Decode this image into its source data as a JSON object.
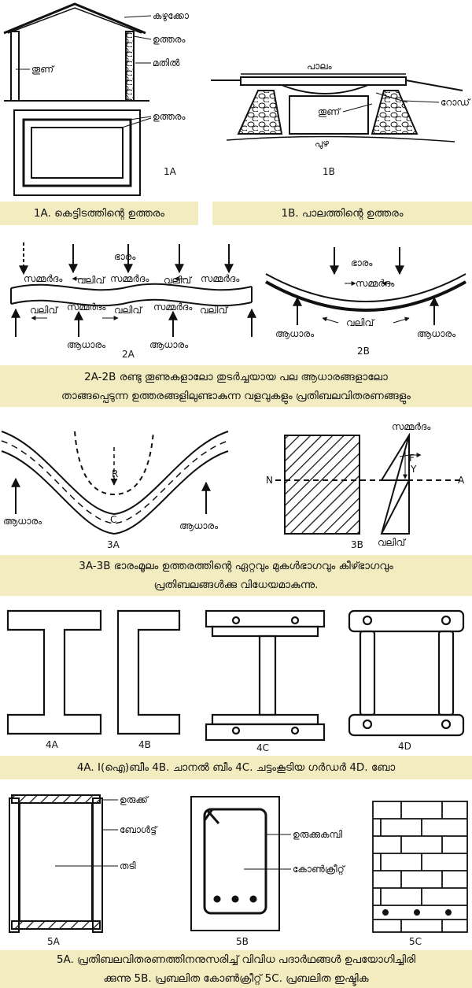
{
  "fig1": {
    "house": {
      "roof_label": "കഴുക്കോൽ",
      "beam_label": "ഉത്തരം",
      "wall_label": "മതിൽ",
      "pillar_label": "തൂണ്"
    },
    "plan": {
      "beam_label": "ഉത്തരം",
      "tag": "1A"
    },
    "bridge": {
      "bridge_label": "പാലം",
      "road_label": "റോഡ്",
      "pillar_label": "തൂണ്",
      "river_label": "പുഴ",
      "tag": "1B"
    },
    "caption_left": "1A. കെട്ടിടത്തിന്റെ ഉത്തരം",
    "caption_right": "1B. പാലത്തിന്റെ ഉത്തരം"
  },
  "fig2": {
    "load_label": "ഭാരം",
    "compression_label": "സമ്മർദം",
    "bending_label": "വലിവ്",
    "support_label": "ആധാരം",
    "tag_a": "2A",
    "tag_b": "2B",
    "caption_line1": "2A-2B രണ്ടു തൂണുകളാലോ തുടർച്ചയായ പല ആധാരങ്ങളാലോ",
    "caption_line2": "താങ്ങപ്പെടുന്ന ഉത്തരങ്ങളിലുണ്ടാകുന്ന വളവുകളും പ്രതിബലവിതരണങ്ങളും"
  },
  "fig3": {
    "support_label": "ആധാരം",
    "r_label": "R",
    "c_label": "C",
    "compression_label": "സമ്മർദം",
    "bending_label": "വലിവ്",
    "n_label": "N",
    "a_label": "A",
    "f_label": "F",
    "y_label": "Y",
    "tag_a": "3A",
    "tag_b": "3B",
    "caption_line1": "3A-3B ഭാരംമൂലം ഉത്തരത്തിന്റെ ഏറ്റവും മുകൾഭാഗവും കീഴ്ഭാഗവും",
    "caption_line2": "പ്രതിബലങ്ങൾക്കു വിധേയമാകുന്നു."
  },
  "fig4": {
    "tag_a": "4A",
    "tag_b": "4B",
    "tag_c": "4C",
    "tag_d": "4D",
    "caption": "4A. I(ഐ)ബീം 4B. ചാനൽ ബീം 4C. ചട്ടംകൂടിയ ഗർഡർ 4D. ബോ"
  },
  "fig5": {
    "steel_label": "ഉരുക്ക്",
    "bolt_label": "ബോൾട്ട്",
    "wood_label": "തടി",
    "rebar_label": "ഉരുക്കുകമ്പി",
    "concrete_label": "കോൺക്രീറ്റ്",
    "tag_a": "5A",
    "tag_b": "5B",
    "tag_c": "5C",
    "caption_line1": "5A. പ്രതിബലവിതരണത്തിനനുസരിച്ച് വിവിധ പദാർഥങ്ങൾ ഉപയോഗിച്ചിരി",
    "caption_line2": "ക്കുന്നു 5B. പ്രബലിത കോൺക്രീറ്റ് 5C. പ്രബലിത ഇഷ്ടിക"
  }
}
